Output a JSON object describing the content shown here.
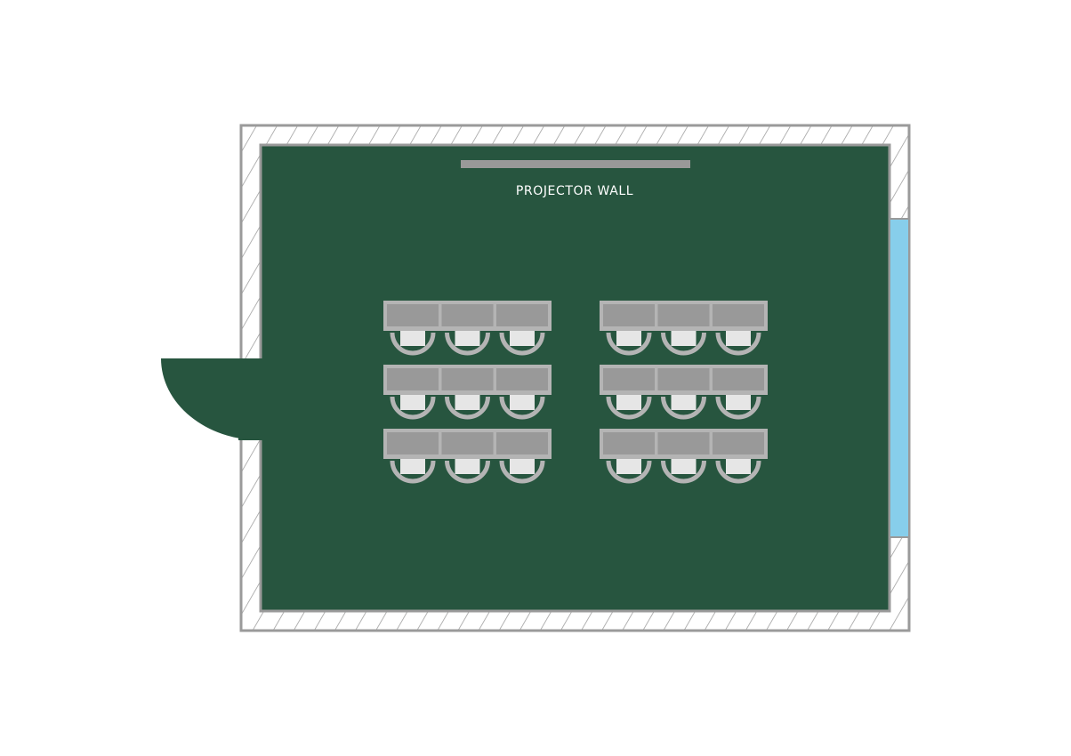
{
  "plan": {
    "projector_label": "PROJECTOR WALL",
    "colors": {
      "floor": "#27553f",
      "wall": "#9a9a9a",
      "window": "#87ceeb",
      "desk_border": "#b4b4b4",
      "desk_top": "#999999",
      "seat": "#e6e6e6"
    },
    "desk_groups": [
      {
        "name": "left",
        "rows": 3,
        "seats_per_row": 3
      },
      {
        "name": "right",
        "rows": 3,
        "seats_per_row": 3
      }
    ]
  }
}
